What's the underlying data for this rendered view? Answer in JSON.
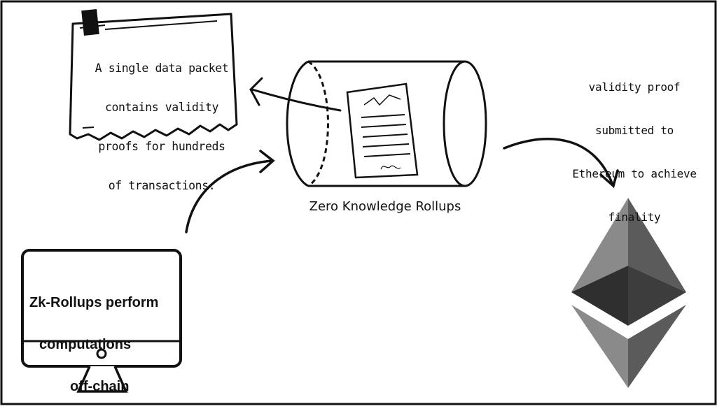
{
  "note": {
    "lines": [
      "A single data packet",
      "contains validity",
      "proofs for hundreds",
      "of transactions."
    ]
  },
  "rollup": {
    "label": "Zero Knowledge Rollups"
  },
  "eth_note": {
    "lines": [
      "validity proof",
      "submitted to",
      "Ethereum to achieve",
      "finality"
    ]
  },
  "monitor": {
    "lines": [
      "Zk-Rollups perform",
      "computations",
      "off-chain"
    ]
  },
  "colors": {
    "ink": "#111111",
    "eth_light": "#8a8a8a",
    "eth_mid": "#5b5b5b",
    "eth_dark": "#2f2f2f",
    "eth_darker": "#3d3d3d"
  },
  "icons": [
    "document-icon",
    "computer-monitor-icon",
    "ethereum-logo-icon",
    "cylinder-icon",
    "torn-paper-note-icon"
  ]
}
